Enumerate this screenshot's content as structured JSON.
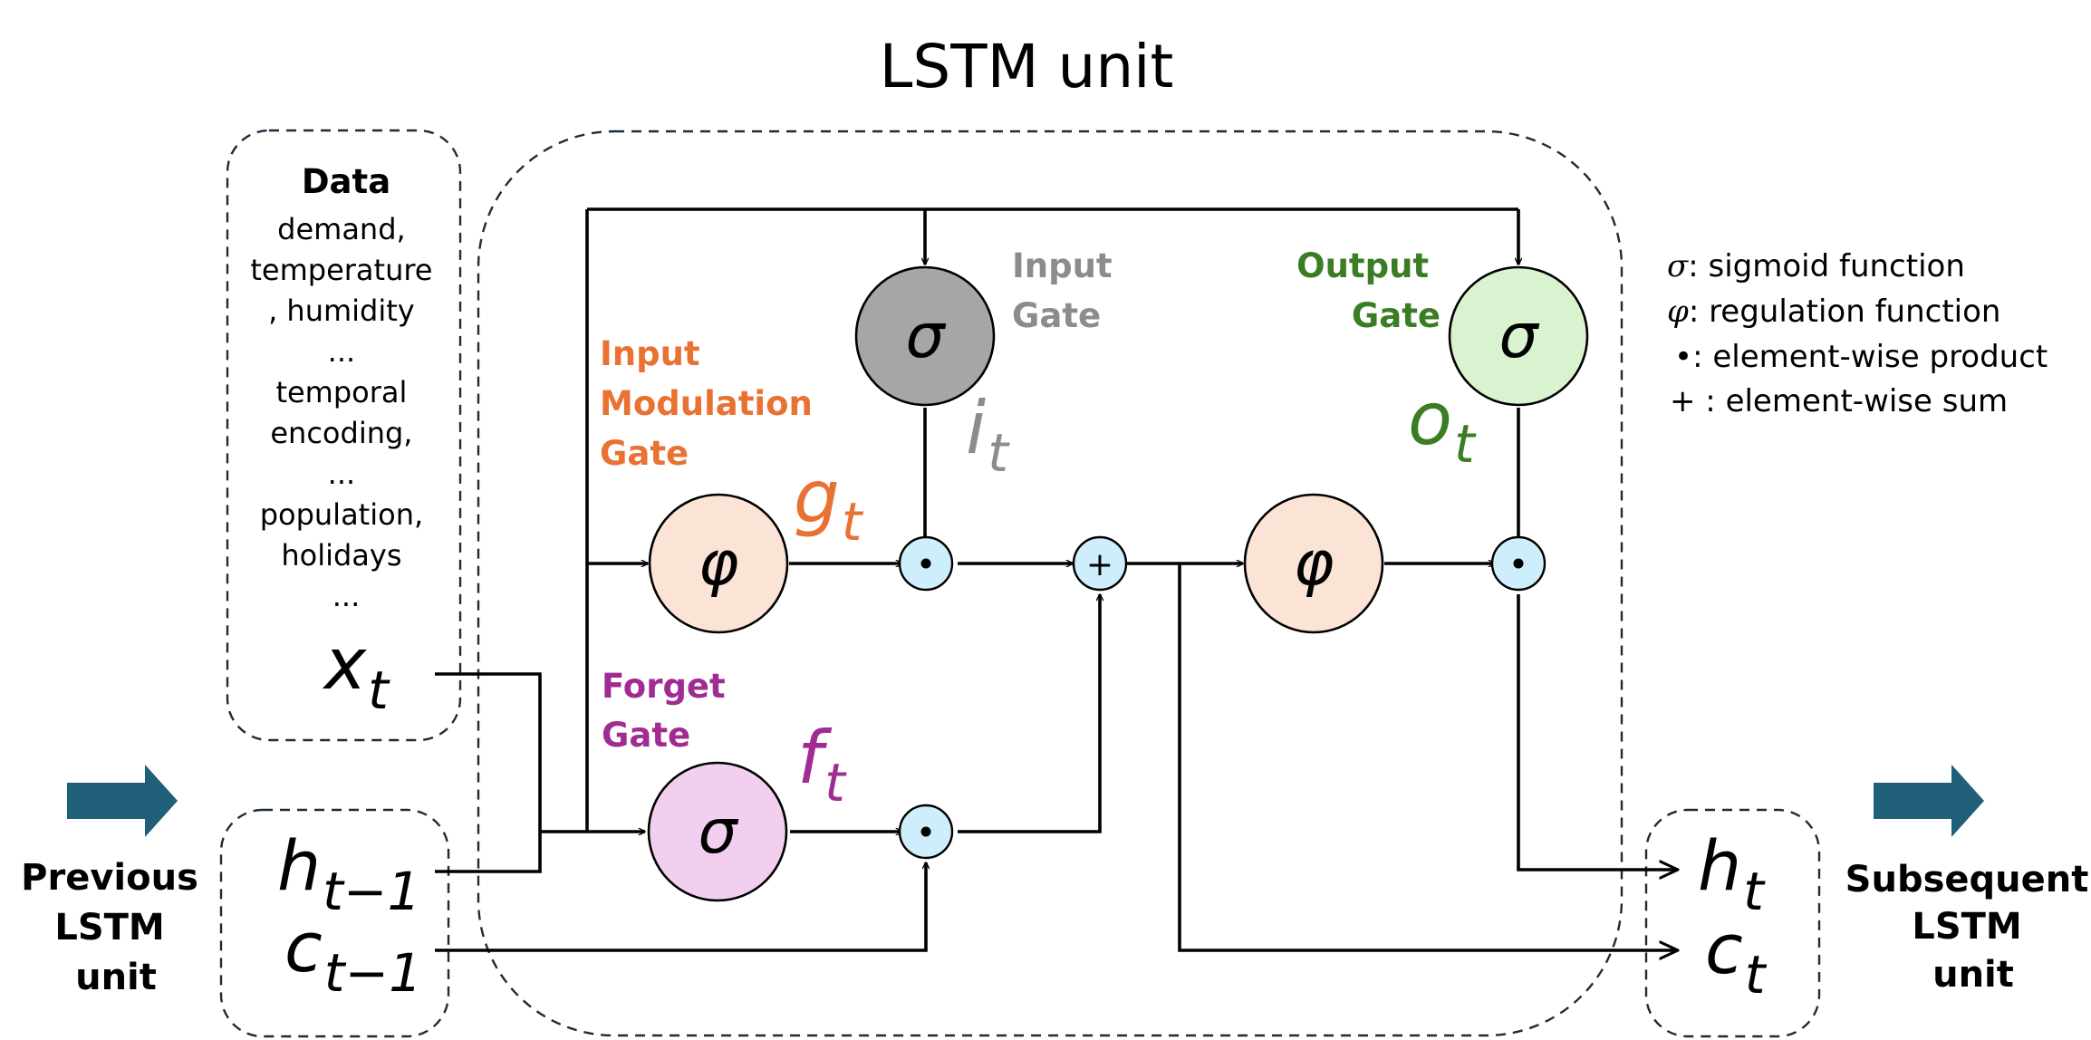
{
  "title": "LSTM unit",
  "data_box": {
    "heading": "Data",
    "lines": [
      "demand,",
      "temperature",
      ", humidity",
      "...",
      "temporal",
      "encoding,",
      "...",
      "population,",
      "holidays",
      "..."
    ],
    "input_var": "x",
    "input_sub": "t"
  },
  "previous": {
    "label_lines": [
      "Previous",
      "LSTM",
      "unit"
    ],
    "h_var": "h",
    "h_sub": "t−1",
    "c_var": "c",
    "c_sub": "t−1"
  },
  "subsequent": {
    "label_lines": [
      "Subsequent",
      "LSTM",
      "unit"
    ],
    "h_var": "h",
    "h_sub": "t",
    "c_var": "c",
    "c_sub": "t"
  },
  "gates": {
    "input": {
      "label_lines": [
        "Input",
        "Gate"
      ],
      "symbol": "σ",
      "var": "i",
      "sub": "t",
      "color": "#8c8c8c",
      "fill": "#a6a6a6"
    },
    "output": {
      "label_lines": [
        "Output",
        "Gate"
      ],
      "symbol": "σ",
      "var": "o",
      "sub": "t",
      "color": "#3b7d23",
      "fill": "#d9f2d0"
    },
    "modulation": {
      "label_lines": [
        "Input",
        "Modulation",
        "Gate"
      ],
      "symbol": "φ",
      "var": "g",
      "sub": "t",
      "color": "#e97132",
      "fill": "#fbe3d6"
    },
    "forget": {
      "label_lines": [
        "Forget",
        "Gate"
      ],
      "symbol": "σ",
      "var": "f",
      "sub": "t",
      "color": "#a02b93",
      "fill": "#f2cfee"
    },
    "cell_activation": {
      "symbol": "φ",
      "fill": "#fbe3d6"
    }
  },
  "operators": {
    "product": "•",
    "sum": "+"
  },
  "legend": [
    {
      "sym": "σ",
      "text": ": sigmoid function"
    },
    {
      "sym": "φ",
      "text": ": regulation function"
    },
    {
      "sym": "•",
      "text": ": element-wise product"
    },
    {
      "sym": "+",
      "text": " : element-wise sum"
    }
  ],
  "colors": {
    "arrow_block": "#1f5f7a",
    "line": "#000000",
    "box_border": "#1c2b3a",
    "op_fill": "#cdeefa"
  }
}
